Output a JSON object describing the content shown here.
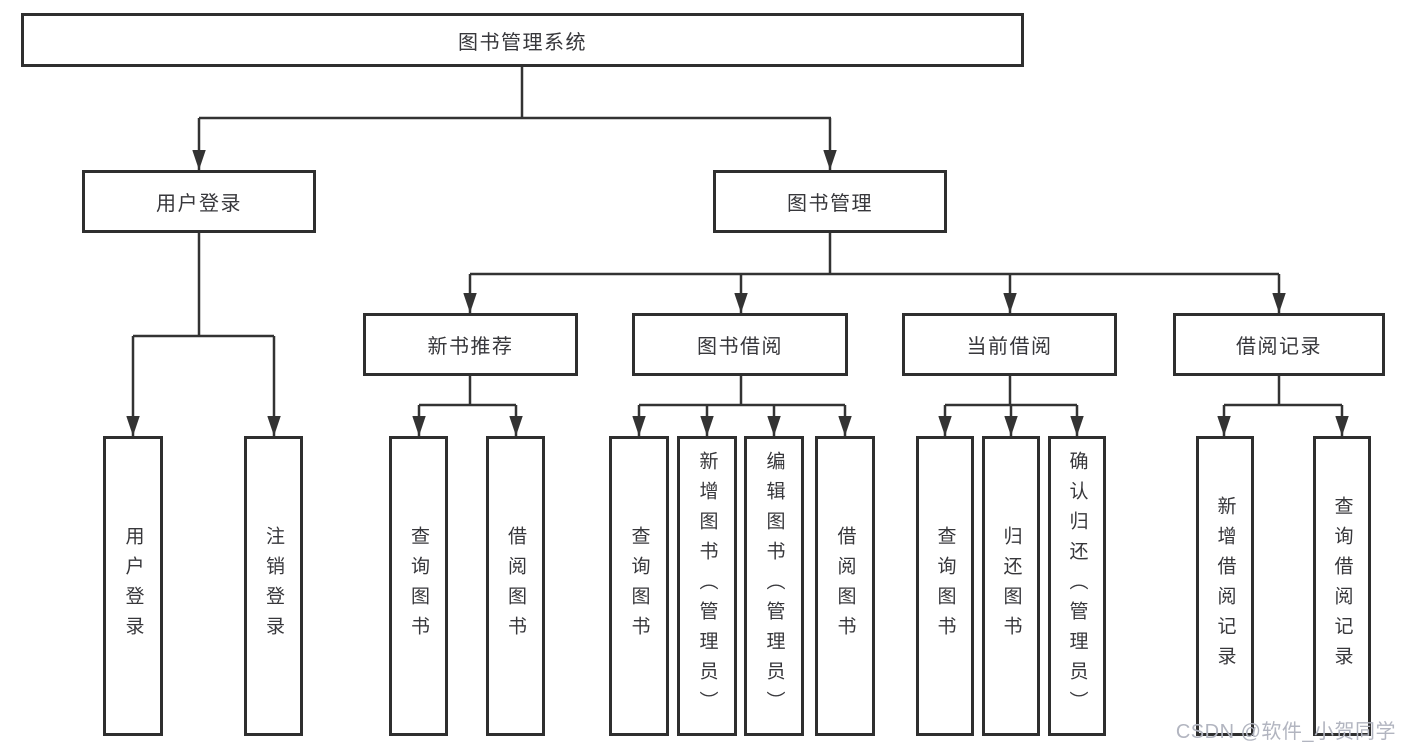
{
  "diagram": {
    "root": {
      "label": "图书管理系统",
      "children": [
        {
          "label": "用户登录",
          "children": [
            {
              "label": "用户登录"
            },
            {
              "label": "注销登录"
            }
          ]
        },
        {
          "label": "图书管理",
          "children": [
            {
              "label": "新书推荐",
              "children": [
                {
                  "label": "查询图书"
                },
                {
                  "label": "借阅图书"
                }
              ]
            },
            {
              "label": "图书借阅",
              "children": [
                {
                  "label": "查询图书"
                },
                {
                  "label": "新增图书（管理员）"
                },
                {
                  "label": "编辑图书（管理员）"
                },
                {
                  "label": "借阅图书"
                }
              ]
            },
            {
              "label": "当前借阅",
              "children": [
                {
                  "label": "查询图书"
                },
                {
                  "label": "归还图书"
                },
                {
                  "label": "确认归还（管理员）"
                }
              ]
            },
            {
              "label": "借阅记录",
              "children": [
                {
                  "label": "新增借阅记录"
                },
                {
                  "label": "查询借阅记录"
                }
              ]
            }
          ]
        }
      ]
    }
  },
  "watermark": {
    "text": "CSDN @软件_小贺同学"
  },
  "colors": {
    "line": "#333333",
    "box_border": "#2f2f2f",
    "box_fill": "#ffffff",
    "text": "#37373b",
    "watermark": "#b2b5c0",
    "background": "#ffffff"
  }
}
